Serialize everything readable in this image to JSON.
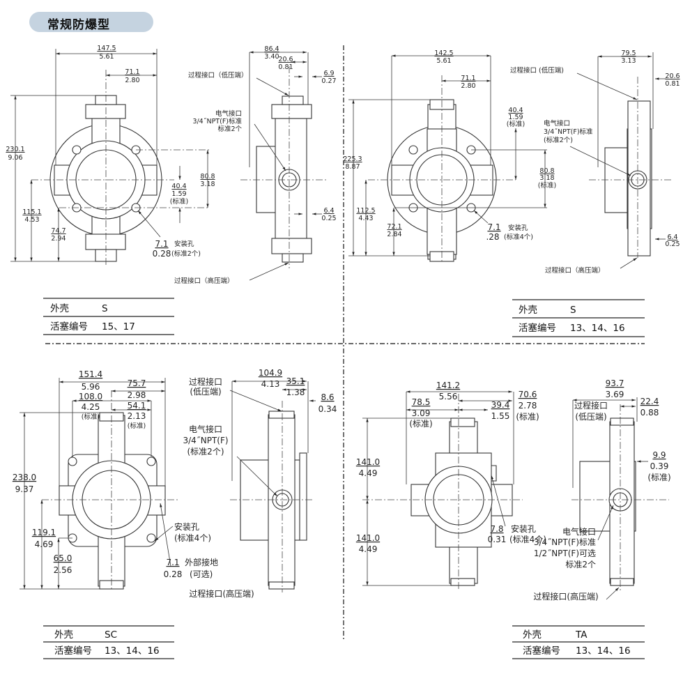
{
  "header": {
    "title": "常规防爆型"
  },
  "top_left": {
    "front": {
      "width_mm": "147.5",
      "width_in": "5.61",
      "half_mm": "71.1",
      "half_in": "2.80",
      "height_mm": "230.1",
      "height_in": "9.06",
      "offset_mm": "40.4",
      "offset_in": "1.59",
      "offset_note": "(标准)",
      "holes_span_mm": "80.8",
      "holes_span_in": "3.18",
      "center_mm": "115.1",
      "center_in": "4.53",
      "lower_mm": "74.7",
      "lower_in": "2.94",
      "hole_mm": "7.1",
      "hole_in": "0.28",
      "hole_label": "安装孔",
      "hole_note": "(标准2个)"
    },
    "side": {
      "depth_mm": "86.4",
      "depth_in": "3.40",
      "port_off_mm": "20.6",
      "port_off_in": "0.81",
      "top_off_mm": "6.9",
      "top_off_in": "0.27",
      "low_port": "过程接口（低压端）",
      "elec_1": "电气接口",
      "elec_2": "3/4˝NPT(F)标准",
      "elec_3": "标准2个",
      "bot_off_mm": "6.4",
      "bot_off_in": "0.25",
      "high_port": "过程接口（高压端）"
    },
    "table": {
      "housing_label": "外壳",
      "housing": "S",
      "piston_label": "活塞编号",
      "piston": "15、17"
    }
  },
  "top_right": {
    "front": {
      "width_mm": "142.5",
      "width_in": "5.61",
      "half_mm": "71.1",
      "half_in": "2.80",
      "height_mm": "225.3",
      "height_in": "8.87",
      "offset_mm": "40.4",
      "offset_in": "1.59",
      "offset_note": "(标准)",
      "holes_span_mm": "80.8",
      "holes_span_in": "3.18",
      "holes_span_note": "(标准)",
      "center_mm": "112.5",
      "center_in": "4.43",
      "lower_mm": "72.1",
      "lower_in": "2.84",
      "hole_mm": "7.1",
      "hole_in": ".28",
      "hole_label": "安装孔",
      "hole_note": "(标准4个)"
    },
    "side": {
      "depth_mm": "79.5",
      "depth_in": "3.13",
      "port_off_mm": "20.6",
      "port_off_in": "0.81",
      "low_port": "过程接口 (低压端)",
      "elec_1": "电气接口",
      "elec_2": "3/4˝NPT(F)标准",
      "elec_3": "(标准2个)",
      "bot_off_mm": "6.4",
      "bot_off_in": "0.25",
      "high_port": "过程接口（高压端）"
    },
    "table": {
      "housing_label": "外壳",
      "housing": "S",
      "piston_label": "活塞编号",
      "piston": "13、14、16"
    }
  },
  "bottom_left": {
    "front": {
      "width_mm": "151.4",
      "width_in": "5.96",
      "half_mm": "75.7",
      "half_in": "2.98",
      "holes_w_mm": "108.0",
      "holes_w_in": "4.25",
      "holes_w_note": "(标准)",
      "holes_half_mm": "54.1",
      "holes_half_in": "2.13",
      "holes_half_note": "(标准)",
      "height_mm": "238.0",
      "height_in": "9.37",
      "center_mm": "119.1",
      "center_in": "4.69",
      "lower_mm": "65.0",
      "lower_in": "2.56",
      "hole_label": "安装孔",
      "hole_note": "(标准4个)",
      "ground_mm": "7.1",
      "ground_in": "0.28",
      "ground_label": "外部接地",
      "ground_note": "(可选)"
    },
    "side": {
      "depth_mm": "104.9",
      "depth_in": "4.13",
      "port_off_mm": "35.1",
      "port_off_in": "1.38",
      "top_off_mm": "8.6",
      "top_off_in": "0.34",
      "low_port_1": "过程接口",
      "low_port_2": "(低压端)",
      "elec_1": "电气接口",
      "elec_2": "3/4˝NPT(F)",
      "elec_3": "(标准2个)",
      "high_port": "过程接口(高压端)"
    },
    "table": {
      "housing_label": "外壳",
      "housing": "SC",
      "piston_label": "活塞编号",
      "piston": "13、14、16"
    }
  },
  "bottom_right": {
    "front": {
      "width_mm": "141.2",
      "width_in": "5.56",
      "right_mm": "70.6",
      "right_in": "2.78",
      "right_note": "(标准)",
      "left_mm": "78.5",
      "left_in": "3.09",
      "left_note": "(标准)",
      "inner_mm": "39.4",
      "inner_in": "1.55",
      "upper_mm": "141.0",
      "upper_in": "4.49",
      "lower_mm": "141.0",
      "lower_in": "4.49",
      "hole_mm": "7.8",
      "hole_in": "0.31",
      "hole_label": "安装孔",
      "hole_note": "(标准4个)"
    },
    "side": {
      "depth_mm": "93.7",
      "depth_in": "3.69",
      "port_off_mm": "22.4",
      "port_off_in": "0.88",
      "low_port_1": "过程接口",
      "low_port_2": "(低压端)",
      "elec_off_mm": "9.9",
      "elec_off_in": "0.39",
      "elec_off_note": "(标准)",
      "elec_1": "电气接口",
      "elec_2": "3/4˝NPT(F)标准",
      "elec_3": "1/2˝NPT(F)可选",
      "elec_4": "标准2个",
      "high_port": "过程接口(高压端)"
    },
    "table": {
      "housing_label": "外壳",
      "housing": "TA",
      "piston_label": "活塞编号",
      "piston": "13、14、16"
    }
  },
  "colors": {
    "title_pill": "#c5d3e0",
    "line": "#333333"
  }
}
